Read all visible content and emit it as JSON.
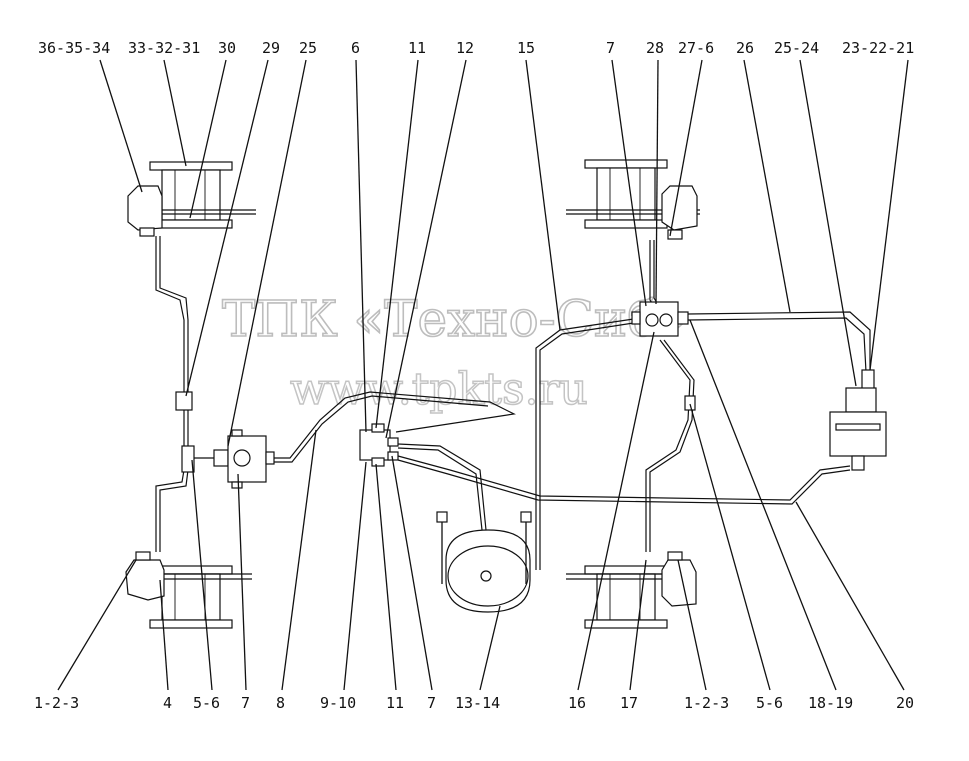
{
  "watermark": {
    "line1": "ТПК «Техно-Сиб»",
    "line2": "www.tpkts.ru"
  },
  "top_labels": [
    "36-35-34",
    "33-32-31",
    "30",
    "29",
    "25",
    "6",
    "11",
    "12",
    "15",
    "7",
    "28",
    "27-6",
    "26",
    "25-24",
    "23-22-21"
  ],
  "bottom_labels": [
    "1-2-3",
    "4",
    "5-6",
    "7",
    "8",
    "9-10",
    "11",
    "7",
    "13-14",
    "16",
    "17",
    "1-2-3",
    "5-6",
    "18-19",
    "20"
  ]
}
